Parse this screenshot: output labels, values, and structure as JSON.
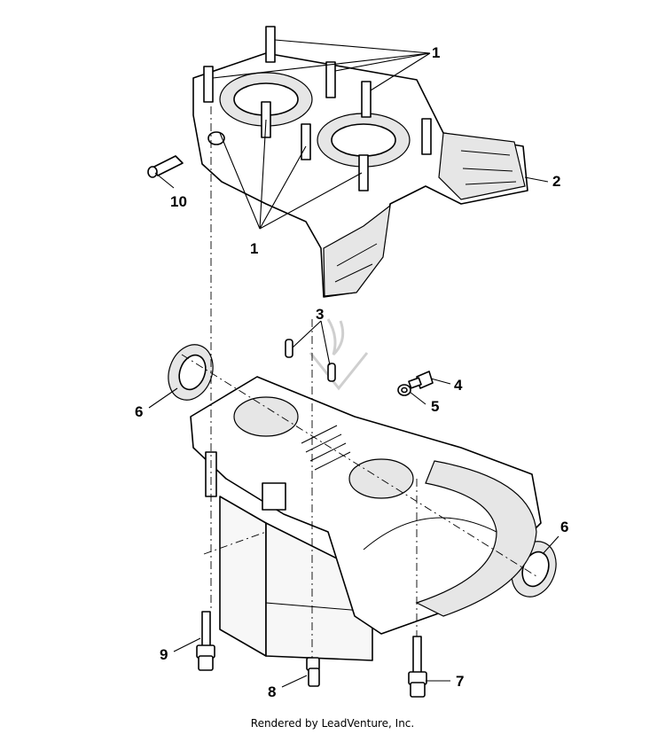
{
  "diagram": {
    "callouts": {
      "c1a": "1",
      "c1b": "1",
      "c2": "2",
      "c3": "3",
      "c4": "4",
      "c5": "5",
      "c6a": "6",
      "c6b": "6",
      "c7": "7",
      "c8": "8",
      "c9": "9",
      "c10": "10"
    },
    "footer": "Rendered by LeadVenture, Inc."
  }
}
